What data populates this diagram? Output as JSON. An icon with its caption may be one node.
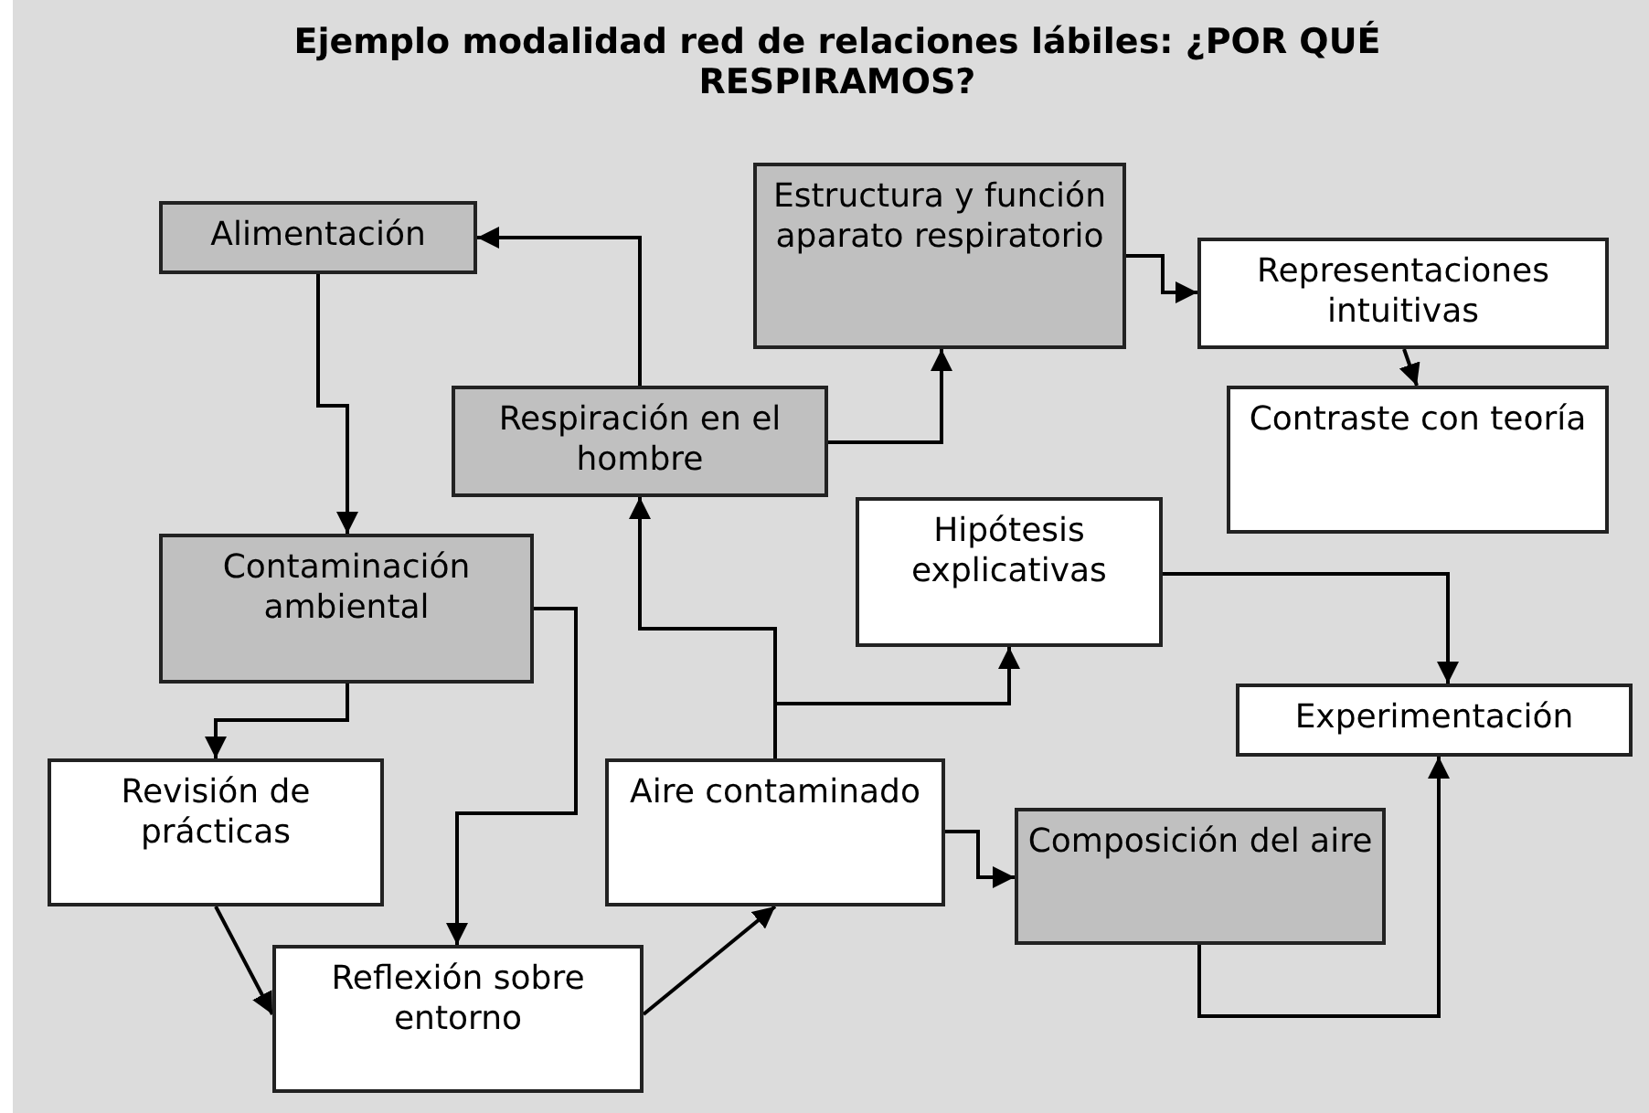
{
  "diagram": {
    "title": "Ejemplo modalidad red de relaciones lábiles: ¿POR QUÉ RESPIRAMOS?",
    "nodes": [
      {
        "text": [
          "Alimentación"
        ]
      },
      {
        "text": [
          "Estructura y función aparato respiratorio"
        ]
      },
      {
        "text": [
          "Representaciones intuitivas"
        ]
      },
      {
        "text": [
          "Respiración en el hombre"
        ]
      },
      {
        "text": [
          "Contraste con teoría"
        ]
      },
      {
        "text": [
          "Hipótesis explicativas"
        ]
      },
      {
        "text": [
          "Contaminación ambiental"
        ]
      },
      {
        "text": [
          "Experimentación"
        ]
      },
      {
        "text": [
          "Revisión de prácticas"
        ]
      },
      {
        "text": [
          "Aire contaminado"
        ]
      },
      {
        "text": [
          "Composición del aire"
        ]
      },
      {
        "text": [
          "Reflexión sobre entorno"
        ]
      }
    ],
    "edges": [
      {
        "from": 3,
        "to": 0,
        "arrow": "to"
      },
      {
        "from": 0,
        "to": 6,
        "arrow": "to"
      },
      {
        "from": 3,
        "to": 1,
        "arrow": "to"
      },
      {
        "from": 1,
        "to": 2,
        "arrow": "to"
      },
      {
        "from": 2,
        "to": 4,
        "arrow": "to"
      },
      {
        "from": 9,
        "to": 3,
        "arrow": "to"
      },
      {
        "from": 9,
        "to": 5,
        "arrow": "to"
      },
      {
        "from": 5,
        "to": 7,
        "arrow": "to"
      },
      {
        "from": 6,
        "to": 8,
        "arrow": "to"
      },
      {
        "from": 6,
        "to": 11,
        "arrow": "to"
      },
      {
        "from": 8,
        "to": 11,
        "arrow": "to"
      },
      {
        "from": 11,
        "to": 9,
        "arrow": "to"
      },
      {
        "from": 9,
        "to": 10,
        "arrow": "to"
      },
      {
        "from": 10,
        "to": 7,
        "arrow": "to"
      }
    ]
  }
}
